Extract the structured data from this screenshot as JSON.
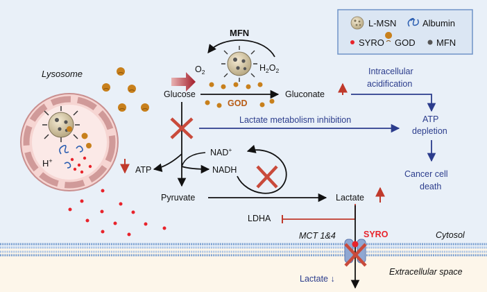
{
  "legend": {
    "lmsn": "L-MSN",
    "albumin": "Albumin",
    "syro": "SYRO",
    "god": "GOD",
    "mfn": "MFN"
  },
  "labels": {
    "lysosome": "Lysosome",
    "h_plus": "H",
    "h_plus_sup": "+",
    "mfn_top": "MFN",
    "o2": "O",
    "o2_sub": "2",
    "h2o2_h": "H",
    "h2o2_2a": "2",
    "h2o2_o": "O",
    "h2o2_2b": "2",
    "glucose": "Glucose",
    "gluconate": "Gluconate",
    "god_center": "GOD",
    "intracellular_acidification_1": "Intracellular",
    "intracellular_acidification_2": "acidification",
    "lactate_metabolism_inhibition": "Lactate metabolism inhibition",
    "atp_depletion_1": "ATP",
    "atp_depletion_2": "depletion",
    "cancer_cell_death_1": "Cancer cell",
    "cancer_cell_death_2": "death",
    "atp": "ATP",
    "nad_plus": "NAD",
    "nad_plus_sup": "+",
    "nadh": "NADH",
    "pyruvate": "Pyruvate",
    "lactate": "Lactate",
    "ldha": "LDHA",
    "mct": "MCT 1&4",
    "syro_red": "SYRO",
    "cytosol": "Cytosol",
    "extracellular_space": "Extracellular space",
    "lactate_down": "Lactate ↓"
  },
  "colors": {
    "cytosol_bg": "#e9f0f8",
    "extracellular_bg": "#fdf6ea",
    "membrane": "#7a9fd0",
    "navy": "#2b3c8c",
    "red_arrow": "#c0392b",
    "syro_dot": "#e8232b",
    "god_orange": "#c8801c",
    "lysosome_fill": "#f6d5d2",
    "lysosome_stroke": "#c98f8f",
    "x_mark": "#c94a3b"
  }
}
